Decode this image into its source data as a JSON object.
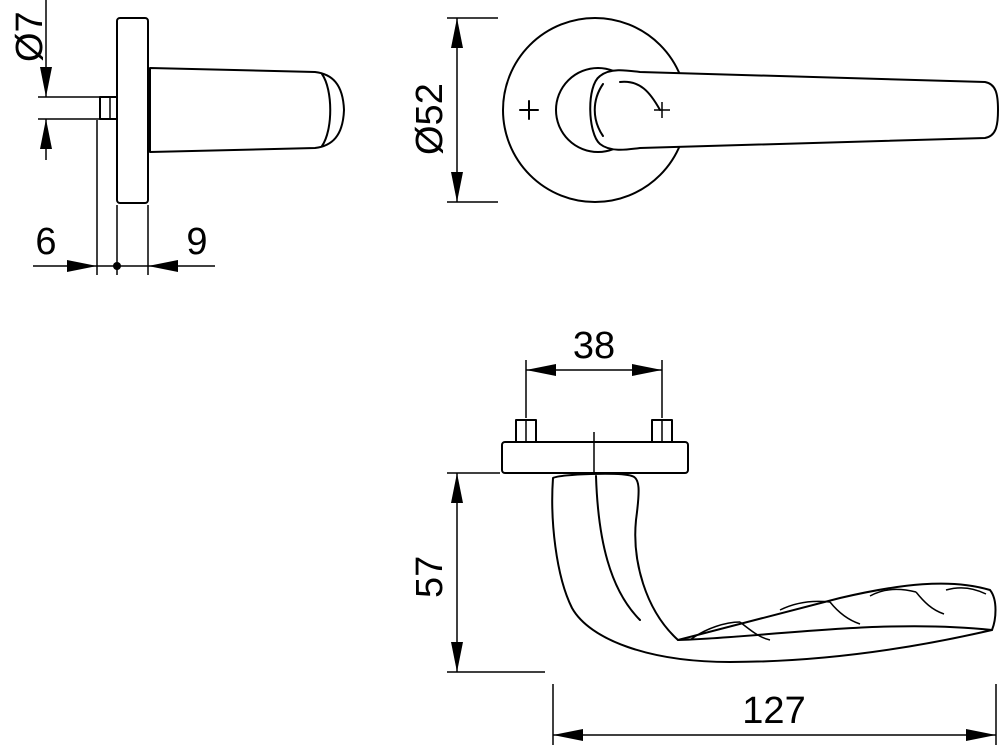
{
  "dimensions": {
    "spindle_diameter": "Ø7",
    "rose_offset_left": "6",
    "rose_offset_right": "9",
    "rose_diameter": "Ø52",
    "screw_spacing": "38",
    "lever_height": "57",
    "lever_length": "127"
  },
  "colors": {
    "line": "#000000",
    "background": "#ffffff"
  }
}
